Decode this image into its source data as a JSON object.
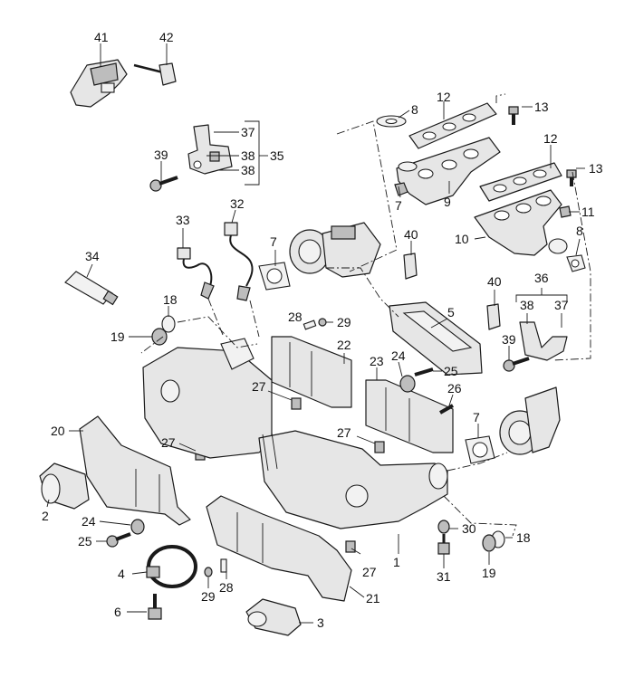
{
  "callouts": [
    {
      "id": "c41",
      "text": "41"
    },
    {
      "id": "c42",
      "text": "42"
    },
    {
      "id": "c8a",
      "text": "8"
    },
    {
      "id": "c12a",
      "text": "12"
    },
    {
      "id": "c13a",
      "text": "13"
    },
    {
      "id": "c37a",
      "text": "37"
    },
    {
      "id": "c35",
      "text": "35"
    },
    {
      "id": "c38a",
      "text": "38"
    },
    {
      "id": "c38b",
      "text": "38"
    },
    {
      "id": "c39a",
      "text": "39"
    },
    {
      "id": "c7a",
      "text": "7"
    },
    {
      "id": "c9",
      "text": "9"
    },
    {
      "id": "c12b",
      "text": "12"
    },
    {
      "id": "c13b",
      "text": "13"
    },
    {
      "id": "c11",
      "text": "11"
    },
    {
      "id": "c33",
      "text": "33"
    },
    {
      "id": "c32",
      "text": "32"
    },
    {
      "id": "c7b",
      "text": "7"
    },
    {
      "id": "c40a",
      "text": "40"
    },
    {
      "id": "c10",
      "text": "10"
    },
    {
      "id": "c8b",
      "text": "8"
    },
    {
      "id": "c34",
      "text": "34"
    },
    {
      "id": "c40b",
      "text": "40"
    },
    {
      "id": "c36",
      "text": "36"
    },
    {
      "id": "c18a",
      "text": "18"
    },
    {
      "id": "c5",
      "text": "5"
    },
    {
      "id": "c38c",
      "text": "38"
    },
    {
      "id": "c37b",
      "text": "37"
    },
    {
      "id": "c28a",
      "text": "28"
    },
    {
      "id": "c29a",
      "text": "29"
    },
    {
      "id": "c19a",
      "text": "19"
    },
    {
      "id": "c22",
      "text": "22"
    },
    {
      "id": "c39b",
      "text": "39"
    },
    {
      "id": "c23",
      "text": "23"
    },
    {
      "id": "c24a",
      "text": "24"
    },
    {
      "id": "c25a",
      "text": "25"
    },
    {
      "id": "c27a",
      "text": "27"
    },
    {
      "id": "c26",
      "text": "26"
    },
    {
      "id": "c20",
      "text": "20"
    },
    {
      "id": "c7c",
      "text": "7"
    },
    {
      "id": "c27b",
      "text": "27"
    },
    {
      "id": "c27c",
      "text": "27"
    },
    {
      "id": "c2",
      "text": "2"
    },
    {
      "id": "c24b",
      "text": "24"
    },
    {
      "id": "c25b",
      "text": "25"
    },
    {
      "id": "c30",
      "text": "30"
    },
    {
      "id": "c18b",
      "text": "18"
    },
    {
      "id": "c4",
      "text": "4"
    },
    {
      "id": "c27d",
      "text": "27"
    },
    {
      "id": "c1",
      "text": "1"
    },
    {
      "id": "c19b",
      "text": "19"
    },
    {
      "id": "c28b",
      "text": "28"
    },
    {
      "id": "c29b",
      "text": "29"
    },
    {
      "id": "c31",
      "text": "31"
    },
    {
      "id": "c21",
      "text": "21"
    },
    {
      "id": "c6",
      "text": "6"
    },
    {
      "id": "c3",
      "text": "3"
    }
  ]
}
